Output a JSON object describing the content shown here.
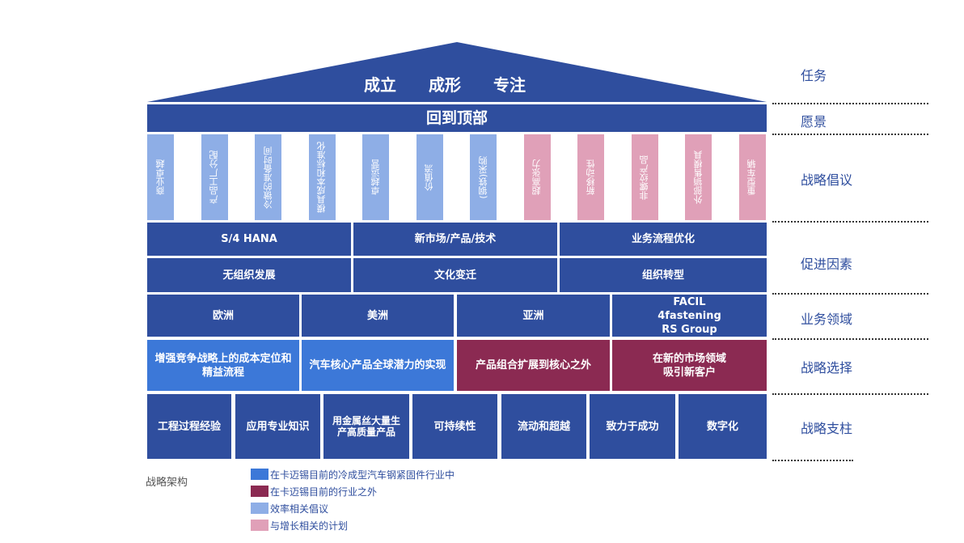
{
  "roof": {
    "words": [
      "成立",
      "成形",
      "专注"
    ]
  },
  "vision": "回到顶部",
  "initiatives": [
    {
      "label": "商业卓越",
      "type": "efficiency"
    },
    {
      "label": "产品工厂分配",
      "type": "efficiency"
    },
    {
      "label": "冷镦的准备时间",
      "type": "efficiency"
    },
    {
      "label": "模具成本和标准化",
      "type": "efficiency"
    },
    {
      "label": "卓越运营",
      "type": "efficiency"
    },
    {
      "label": "价值流",
      "type": "efficiency"
    },
    {
      "label": "(钢铁)采购",
      "type": "efficiency"
    },
    {
      "label": "超高张力",
      "type": "growth"
    },
    {
      "label": "新移动性",
      "type": "growth"
    },
    {
      "label": "非螺纹产品",
      "type": "growth"
    },
    {
      "label": "外部销售模具",
      "type": "growth"
    },
    {
      "label": "重型车辆",
      "type": "growth"
    }
  ],
  "enablers": [
    "S/4 HANA",
    "新市场/产品/技术",
    "业务流程优化",
    "无组织发展",
    "文化变迁",
    "组织转型"
  ],
  "regions": [
    "欧洲",
    "美洲",
    "亚洲",
    "FACIL\n4fastening\nRS Group"
  ],
  "choices": [
    "增强竞争战略上的成本定位和精益流程",
    "汽车核心产品全球潜力的实现",
    "产品组合扩展到核心之外",
    "在新的市场领域\n吸引新客户"
  ],
  "pillars": [
    "工程过程经验",
    "应用专业知识",
    "用金属丝大量生产高质量产品",
    "可持续性",
    "流动和超越",
    "致力于成功",
    "数字化"
  ],
  "right_labels": [
    "任务",
    "愿景",
    "战略倡议",
    "促进因素",
    "业务领域",
    "战略选择",
    "战略支柱"
  ],
  "legend": {
    "title": "战略架构",
    "items": [
      "在卡迈锡目前的冷成型汽车钢紧固件行业中",
      "在卡迈锡目前的行业之外",
      "效率相关倡议",
      "与增长相关的计划"
    ]
  },
  "colors": {
    "dark": "#2f4e9e",
    "core": "#3c78d8",
    "outside": "#8b2a52",
    "efficiency": "#8eaee6",
    "growth": "#e0a0b8"
  }
}
